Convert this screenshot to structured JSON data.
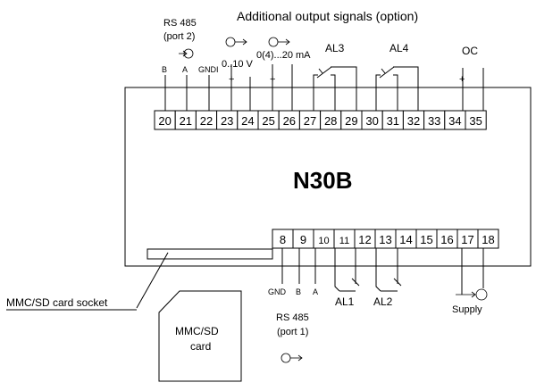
{
  "header": {
    "title": "Additional output signals (option)"
  },
  "device": {
    "name": "N30B"
  },
  "top_terminals": [
    "20",
    "21",
    "22",
    "23",
    "24",
    "25",
    "26",
    "27",
    "28",
    "29",
    "30",
    "31",
    "32",
    "33",
    "34",
    "35"
  ],
  "bottom_terminals": [
    "8",
    "9",
    "10",
    "11",
    "12",
    "13",
    "14",
    "15",
    "16",
    "17",
    "18"
  ],
  "top_labels": {
    "rs485_port2_line1": "RS 485",
    "rs485_port2_line2": "(port 2)",
    "pin_b": "B",
    "pin_a": "A",
    "pin_gndi": "GNDI",
    "range_voltage": "0..10 V",
    "range_current": "0(4)...20 mA",
    "plus_1": "+",
    "plus_2": "+",
    "plus_3": "+",
    "al3": "AL3",
    "al4": "AL4",
    "oc": "OC"
  },
  "bottom_labels": {
    "pin_gnd": "GND",
    "pin_b": "B",
    "pin_a": "A",
    "rs485_port1_line1": "RS 485",
    "rs485_port1_line2": "(port 1)",
    "al1": "AL1",
    "al2": "AL2",
    "supply": "Supply"
  },
  "card": {
    "socket_label": "MMC/SD card socket",
    "card_line1": "MMC/SD",
    "card_line2": "card"
  },
  "icons": [
    "signal-output-icon",
    "supply-input-icon",
    "relay-contact-icon"
  ]
}
